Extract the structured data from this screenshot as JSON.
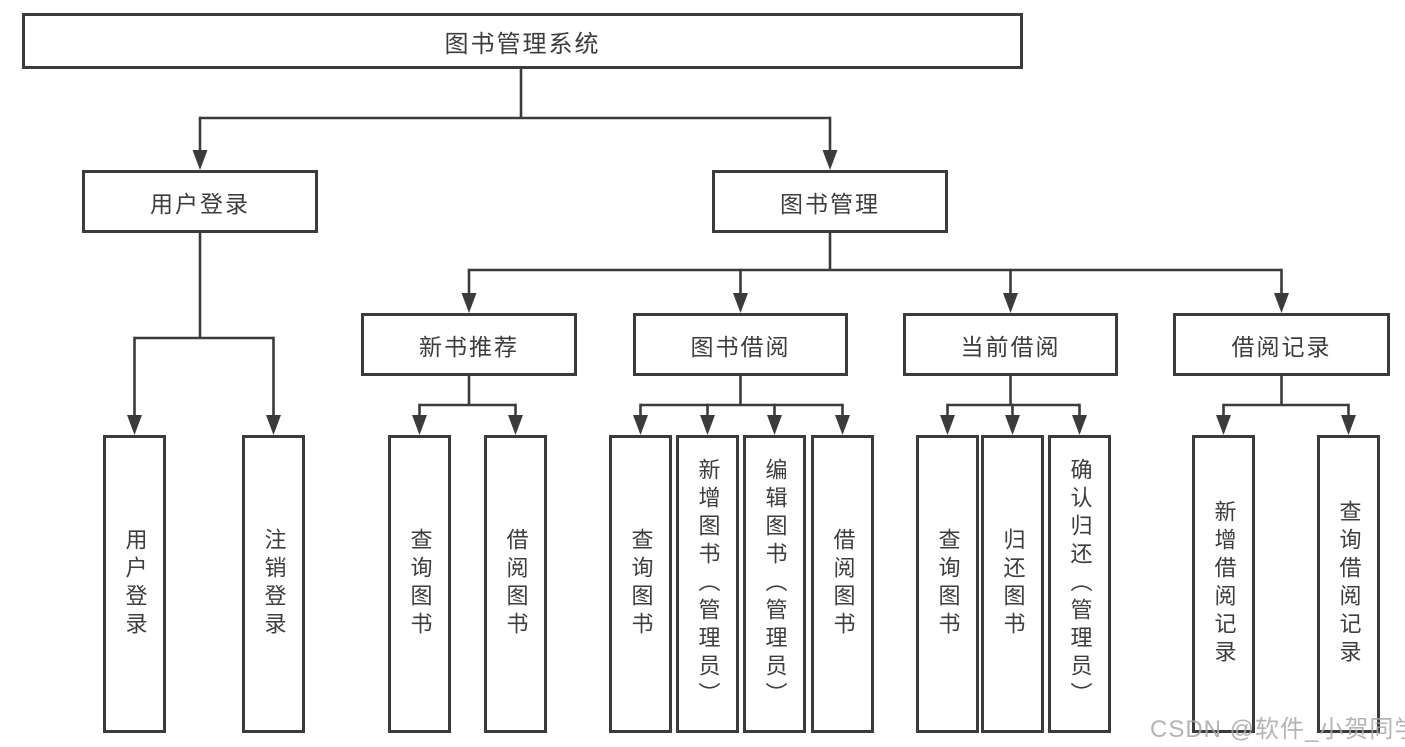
{
  "diagram": {
    "root": {
      "label": "图书管理系统"
    },
    "level2": [
      {
        "label": "用户登录"
      },
      {
        "label": "图书管理"
      }
    ],
    "level3": [
      {
        "label": "新书推荐"
      },
      {
        "label": "图书借阅"
      },
      {
        "label": "当前借阅"
      },
      {
        "label": "借阅记录"
      }
    ],
    "leaves": [
      {
        "label": "用户登录"
      },
      {
        "label": "注销登录"
      },
      {
        "label": "查询图书"
      },
      {
        "label": "借阅图书"
      },
      {
        "label": "查询图书"
      },
      {
        "label": "新增图书（管理员）"
      },
      {
        "label": "编辑图书（管理员）"
      },
      {
        "label": "借阅图书"
      },
      {
        "label": "查询图书"
      },
      {
        "label": "归还图书"
      },
      {
        "label": "确认归还（管理员）"
      },
      {
        "label": "新增借阅记录"
      },
      {
        "label": "查询借阅记录"
      }
    ],
    "colors": {
      "line": "#3b3b3b",
      "border": "#3b3b3b",
      "text": "#3d3d3d",
      "watermark": "#a8a8a8",
      "background": "#ffffff"
    }
  },
  "watermark": {
    "text": "CSDN @软件_小贺同学"
  }
}
